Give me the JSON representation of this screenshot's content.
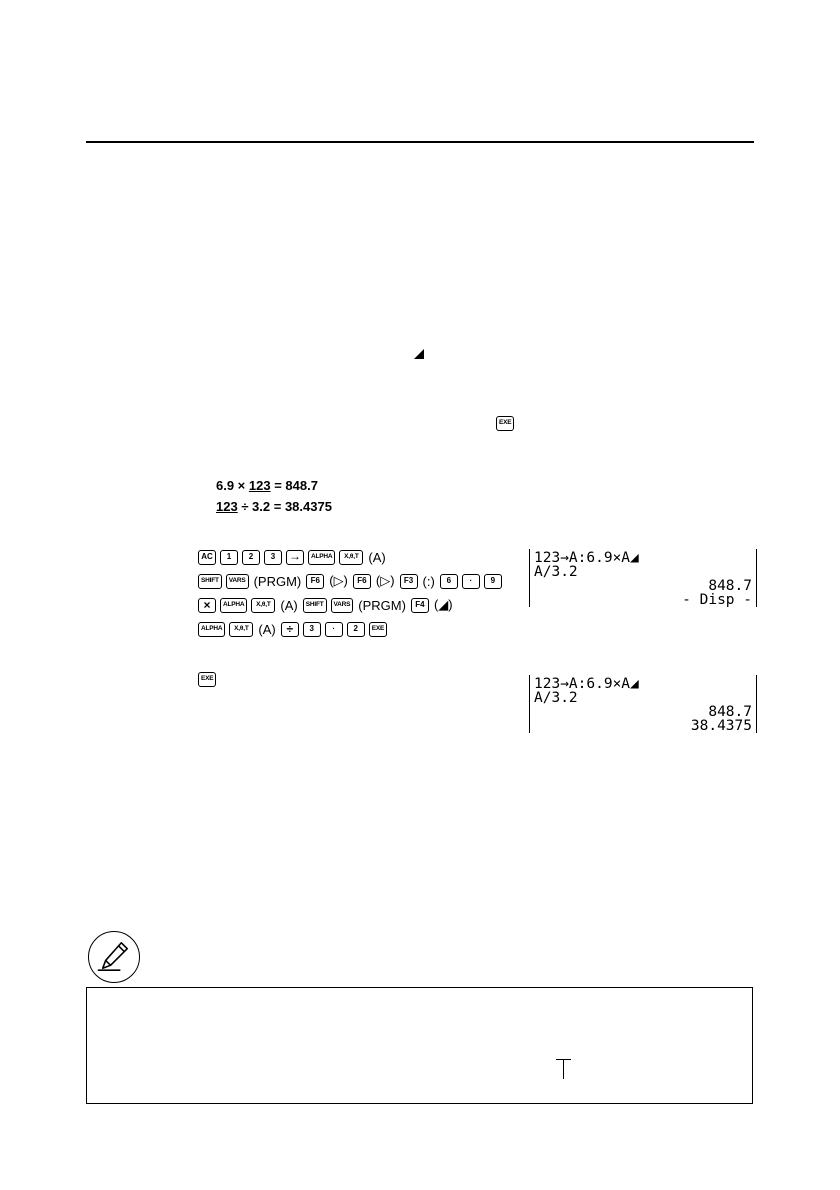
{
  "equations": {
    "eq1": {
      "left": "6.9 × ",
      "var": "123",
      "right": " = 848.7"
    },
    "eq2": {
      "var": "123",
      "right": " ÷ 3.2 = 38.4375"
    }
  },
  "keys": {
    "ac": "AC",
    "one": "1",
    "two": "2",
    "three": "3",
    "arrow": "→",
    "alpha": "ALPHA",
    "xtheta": "X,θ,T",
    "shift": "SHIFT",
    "vars": "VARS",
    "f6": "F6",
    "f3": "F3",
    "f4": "F4",
    "six": "6",
    "dot": "·",
    "nine": "9",
    "times": "×",
    "divide": "÷",
    "exe": "EXE"
  },
  "tokens": {
    "a": "(A)",
    "prgm": "(PRGM)",
    "tri": "(▷)",
    "colon": "(:)",
    "disp": "(◢)"
  },
  "screens": {
    "first": {
      "line1": "123→A:6.9×A◢",
      "line2": "A/3.2",
      "line3": "848.7",
      "line4": "- Disp -"
    },
    "second": {
      "line1": "123→A:6.9×A◢",
      "line2": "A/3.2",
      "line3": "848.7",
      "line4": "38.4375"
    }
  }
}
